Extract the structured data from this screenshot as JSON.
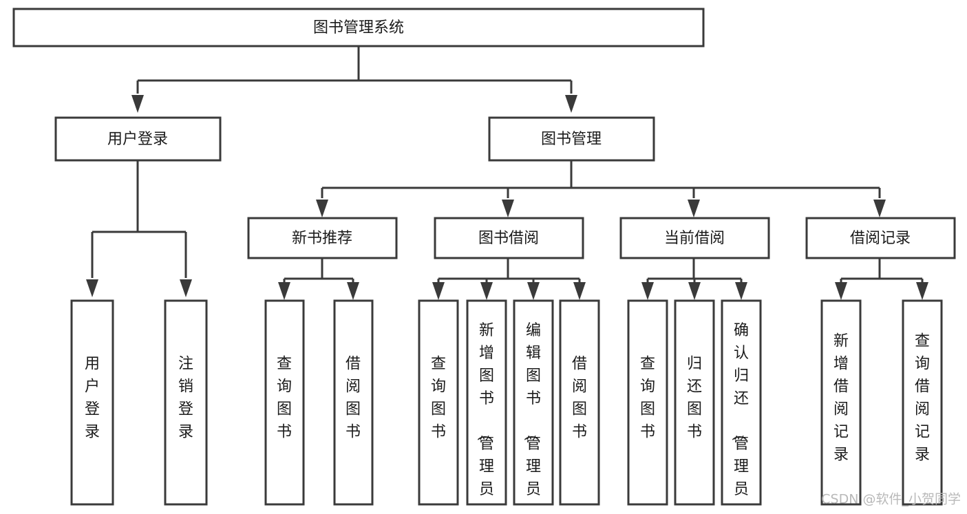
{
  "diagram": {
    "title": "图书管理系统",
    "type": "tree-hierarchy",
    "root": {
      "id": "root",
      "label": "图书管理系统"
    },
    "level2": [
      {
        "id": "user-login",
        "label": "用户登录"
      },
      {
        "id": "book-manage",
        "label": "图书管理"
      }
    ],
    "level3": [
      {
        "id": "new-book-recommend",
        "label": "新书推荐"
      },
      {
        "id": "book-borrow",
        "label": "图书借阅"
      },
      {
        "id": "current-borrow",
        "label": "当前借阅"
      },
      {
        "id": "borrow-record",
        "label": "借阅记录"
      }
    ],
    "leaves": {
      "user_login": [
        {
          "id": "leaf-user-login",
          "label": "用户登录"
        },
        {
          "id": "leaf-logout",
          "label": "注销登录"
        }
      ],
      "new_book_recommend": [
        {
          "id": "leaf-query-book-1",
          "label": "查询图书"
        },
        {
          "id": "leaf-borrow-book-1",
          "label": "借阅图书"
        }
      ],
      "book_borrow": [
        {
          "id": "leaf-query-book-2",
          "label": "查询图书"
        },
        {
          "id": "leaf-add-book",
          "label": "新增图书（管理员）"
        },
        {
          "id": "leaf-edit-book",
          "label": "编辑图书（管理员）"
        },
        {
          "id": "leaf-borrow-book-2",
          "label": "借阅图书"
        }
      ],
      "current_borrow": [
        {
          "id": "leaf-query-book-3",
          "label": "查询图书"
        },
        {
          "id": "leaf-return-book",
          "label": "归还图书"
        },
        {
          "id": "leaf-confirm-return",
          "label": "确认归还（管理员）"
        }
      ],
      "borrow_record": [
        {
          "id": "leaf-add-record",
          "label": "新增借阅记录"
        },
        {
          "id": "leaf-query-record",
          "label": "查询借阅记录"
        }
      ]
    }
  },
  "watermark": {
    "text": "CSDN @软件_小贺同学"
  },
  "colors": {
    "box_stroke": "#3a3a3a",
    "box_fill": "#ffffff",
    "text": "#1b1b1b",
    "connector": "#3a3a3a",
    "watermark": "#b9b9b9",
    "background": "#ffffff"
  }
}
